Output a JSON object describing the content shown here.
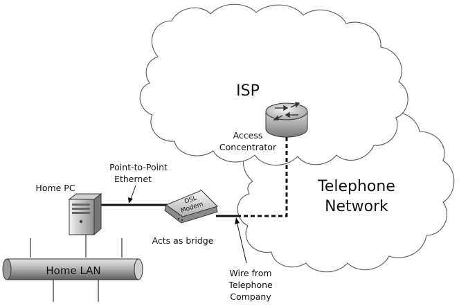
{
  "clouds": {
    "isp": "ISP",
    "telephone_line1": "Telephone",
    "telephone_line2": "Network"
  },
  "devices": {
    "access_concentrator_line1": "Access",
    "access_concentrator_line2": "Concentrator",
    "home_pc": "Home PC",
    "modem_line1": "DSL",
    "modem_line2": "Modem",
    "home_lan": "Home LAN"
  },
  "links": {
    "p2p_line1": "Point-to-Point",
    "p2p_line2": "Ethernet",
    "bridge": "Acts as bridge",
    "wire_line1": "Wire from",
    "wire_line2": "Telephone",
    "wire_line3": "Company"
  }
}
